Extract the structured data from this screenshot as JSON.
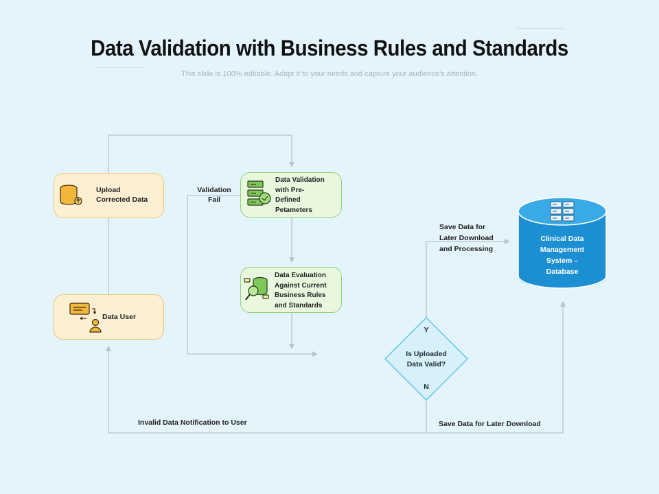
{
  "title": "Data Validation with Business Rules and Standards",
  "subtitle": "This slide is 100% editable. Adapt it to your needs and capture your audience's attention.",
  "nodes": {
    "upload": "Upload\nCorrected Data",
    "data_user": "Data User",
    "validation": "Data Validation\nwith Pre-\nDefined\nPetameters",
    "evaluation": "Data Evaluation\nAgainst Current\nBusiness Rules\nand Standards",
    "decision": "Is Uploaded\nData Valid?",
    "decision_yes": "Y",
    "decision_no": "N",
    "database": "Clinical Data\nManagement\nSystem –\nDatabase"
  },
  "edge_labels": {
    "validation_fail": "Validation\nFail",
    "save_later_processing": "Save Data for\nLater Download\nand Processing",
    "invalid_notification": "Invalid Data Notification to User",
    "save_later_download": "Save Data for Later Download"
  },
  "colors": {
    "background": "#e3f4fc",
    "yellow_fill": "#fdf0d2",
    "yellow_border": "#f2c66d",
    "green_fill": "#e9f7df",
    "green_border": "#8fd27a",
    "diamond_fill": "#d8f0fa",
    "diamond_border": "#5ec8e6",
    "database_blue": "#1c8fd3",
    "connector": "#b9c4ca"
  },
  "icons": {
    "upload": "database-upload-icon",
    "data_user": "data-user-icon",
    "validation": "server-check-icon",
    "evaluation": "database-search-icon",
    "database": "server-rack-icon"
  }
}
